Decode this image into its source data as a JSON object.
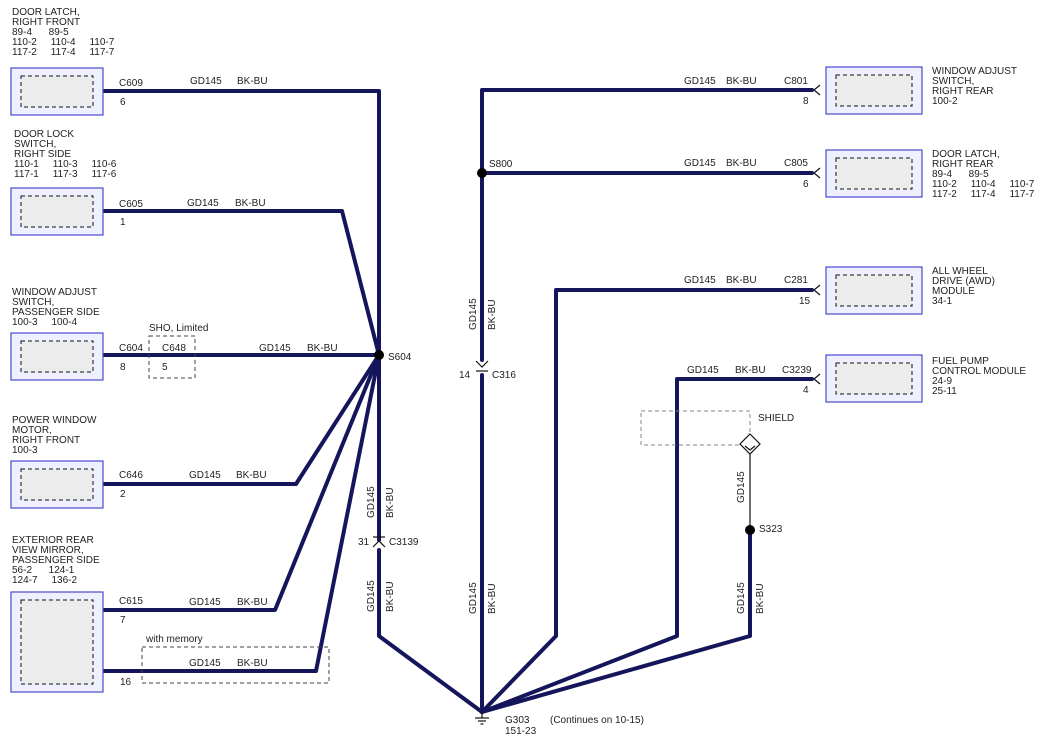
{
  "components": {
    "door_latch_rf": {
      "lines": [
        "DOOR LATCH,",
        "RIGHT FRONT",
        "89-4      89-5",
        "110-2     110-4     110-7",
        "117-2     117-4     117-7"
      ]
    },
    "door_lock_switch_rs": {
      "lines": [
        "DOOR LOCK",
        "SWITCH,",
        "RIGHT SIDE",
        "110-1     110-3     110-6",
        "117-1     117-3     117-6"
      ]
    },
    "window_switch_ps": {
      "lines": [
        "WINDOW ADJUST",
        "SWITCH,",
        "PASSENGER SIDE",
        "100-3     100-4"
      ]
    },
    "power_window_motor_rf": {
      "lines": [
        "POWER WINDOW",
        "MOTOR,",
        "RIGHT FRONT",
        "100-3"
      ]
    },
    "mirror_ps": {
      "lines": [
        "EXTERIOR REAR",
        "VIEW MIRROR,",
        "PASSENGER SIDE",
        "56-2      124-1",
        "124-7     136-2"
      ]
    },
    "window_switch_rr": {
      "lines": [
        "WINDOW ADJUST",
        "SWITCH,",
        "RIGHT REAR",
        "100-2"
      ]
    },
    "door_latch_rr": {
      "lines": [
        "DOOR LATCH,",
        "RIGHT REAR",
        "89-4      89-5",
        "110-2     110-4     110-7",
        "117-2     117-4     117-7"
      ]
    },
    "awd_module": {
      "lines": [
        "ALL WHEEL",
        "DRIVE (AWD)",
        "MODULE",
        "34-1"
      ]
    },
    "fuel_pump_module": {
      "lines": [
        "FUEL PUMP",
        "CONTROL MODULE",
        "24-9",
        "25-11"
      ]
    }
  },
  "connectors": {
    "c609": {
      "name": "C609",
      "pin": "6"
    },
    "c605": {
      "name": "C605",
      "pin": "1"
    },
    "c604": {
      "name": "C604",
      "pin": "8"
    },
    "c648": {
      "name": "C648",
      "pin": "5"
    },
    "c646": {
      "name": "C646",
      "pin": "2"
    },
    "c615": {
      "name": "C615",
      "pin": "7"
    },
    "c615b": {
      "pin": "16"
    },
    "c801": {
      "name": "C801",
      "pin": "8"
    },
    "c805": {
      "name": "C805",
      "pin": "6"
    },
    "c281": {
      "name": "C281",
      "pin": "15"
    },
    "c3239": {
      "name": "C3239",
      "pin": "4"
    },
    "c316": {
      "name": "C316",
      "pin": "14"
    },
    "c3139": {
      "name": "C3139",
      "pin": "31"
    }
  },
  "wire": {
    "circuit": "GD145",
    "color": "BK-BU"
  },
  "splices": {
    "s604": "S604",
    "s800": "S800",
    "s323": "S323"
  },
  "options": {
    "sho_limited": "SHO, Limited",
    "with_memory": "with memory"
  },
  "shield": "SHIELD",
  "ground": {
    "name": "G303",
    "page": "151-23",
    "note": "(Continues on 10-15)"
  },
  "colors": {
    "wire": "#15155c",
    "component_border": "#4a4ad0"
  }
}
